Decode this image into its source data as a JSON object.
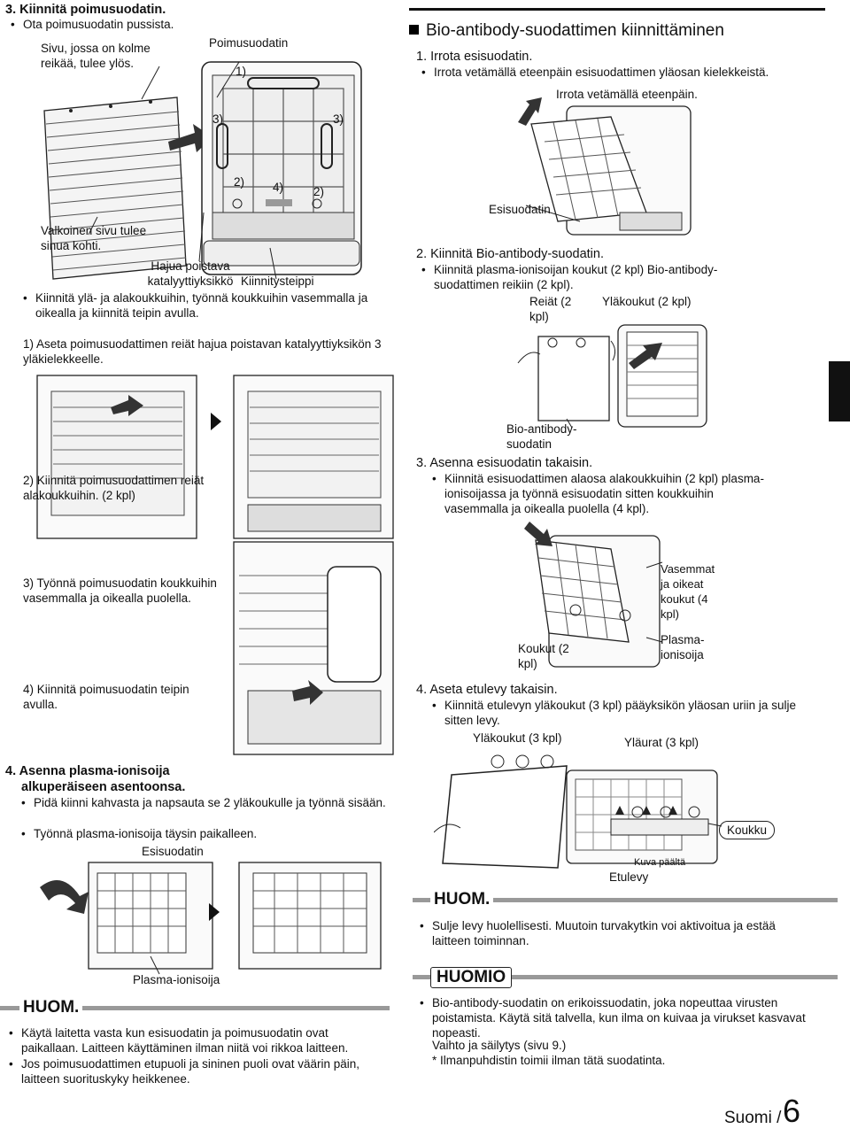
{
  "left": {
    "step3_title": "3. Kiinnitä poimusuodatin.",
    "step3_bullet": "Ota poimusuodatin pussista.",
    "callout_three_holes": "Sivu, jossa on kolme reikää, tulee ylös.",
    "callout_poimusuodatin": "Poimusuodatin",
    "label_1": "1)",
    "label_3": "3)",
    "label_2": "2)",
    "label_4": "4)",
    "callout_white_side": "Valkoinen sivu tulee sinua kohti.",
    "callout_catalyst": "Hajua poistava katalyyttiyksikkö",
    "callout_tape": "Kiinnitysteippi",
    "step3_bullet2": "Kiinnitä ylä- ja alakoukkuihin, työnnä koukkuihin vasemmalla ja oikealla ja kiinnitä teipin avulla.",
    "sub1": "1) Aseta poimusuodattimen reiät hajua poistavan katalyyttiyksikön 3 yläkielekkeelle.",
    "sub2": "2) Kiinnitä poimusuodattimen reiät alakoukkuihin. (2 kpl)",
    "sub3": "3) Työnnä poimusuodatin koukkuihin vasemmalla ja oikealla puolella.",
    "sub4": "4) Kiinnitä poimusuodatin teipin avulla.",
    "step4_title_line1": "4. Asenna plasma-ionisoija",
    "step4_title_line2": "alkuperäiseen asentoonsa.",
    "step4_bullet1": "Pidä kiinni kahvasta ja napsauta se 2 yläkoukulle ja työnnä sisään.",
    "step4_bullet2": "Työnnä plasma-ionisoija täysin paikalleen.",
    "callout_esisuodatin": "Esisuodatin",
    "callout_plasma": "Plasma-ionisoija",
    "note_title": "HUOM.",
    "note_b1": "Käytä laitetta vasta kun esisuodatin ja poimusuodatin ovat paikallaan. Laitteen käyttäminen ilman niitä voi rikkoa laitteen.",
    "note_b2": "Jos poimusuodattimen etupuoli ja sininen puoli ovat väärin päin, laitteen suorituskyky heikkenee."
  },
  "right": {
    "section_title": "Bio-antibody-suodattimen kiinnittäminen",
    "step1_title": "1. Irrota esisuodatin.",
    "step1_bullet": "Irrota vetämällä eteenpäin esisuodattimen yläosan kielekkeistä.",
    "callout_pull": "Irrota vetämällä eteenpäin.",
    "callout_esisuodatin": "Esisuodatin",
    "step2_title": "2. Kiinnitä Bio-antibody-suodatin.",
    "step2_bullet": "Kiinnitä plasma-ionisoijan koukut (2 kpl) Bio-antibody-suodattimen reikiin (2 kpl).",
    "callout_holes": "Reiät (2 kpl)",
    "callout_top_hooks": "Yläkoukut (2 kpl)",
    "callout_bio": "Bio-antibody-suodatin",
    "step3_title": "3. Asenna esisuodatin takaisin.",
    "step3_bullet": "Kiinnitä esisuodattimen alaosa alakoukkuihin (2 kpl) plasma-ionisoijassa ja työnnä esisuodatin sitten koukkuihin vasemmalla ja oikealla puolella (4 kpl).",
    "callout_lr_hooks": "Vasemmat ja oikeat koukut (4 kpl)",
    "callout_hooks2": "Koukut (2 kpl)",
    "callout_plasma": "Plasma-ionisoija",
    "step4_title": "4. Aseta etulevy takaisin.",
    "step4_bullet": "Kiinnitä etulevyn yläkoukut (3 kpl) pääyksikön yläosan uriin ja sulje sitten levy.",
    "callout_top_hooks3": "Yläkoukut (3 kpl)",
    "callout_top_grooves": "Yläurat (3 kpl)",
    "callout_koukku": "Koukku",
    "callout_top_view": "Kuva päältä",
    "callout_etulevy": "Etulevy",
    "note1_title": "HUOM.",
    "note1_bullet": "Sulje levy huolellisesti. Muutoin turvakytkin voi aktivoitua ja estää laitteen toiminnan.",
    "note2_title": "HUOMIO",
    "note2_bullet": "Bio-antibody-suodatin on erikoissuodatin, joka nopeuttaa virusten poistamista. Käytä sitä talvella, kun ilma on kuivaa ja virukset kasvavat nopeasti.",
    "note2_line2": "Vaihto ja säilytys (sivu 9.)",
    "note2_star": "* Ilmanpuhdistin toimii ilman tätä suodatinta."
  },
  "footer": {
    "lang": "Suomi /",
    "page": "6"
  }
}
